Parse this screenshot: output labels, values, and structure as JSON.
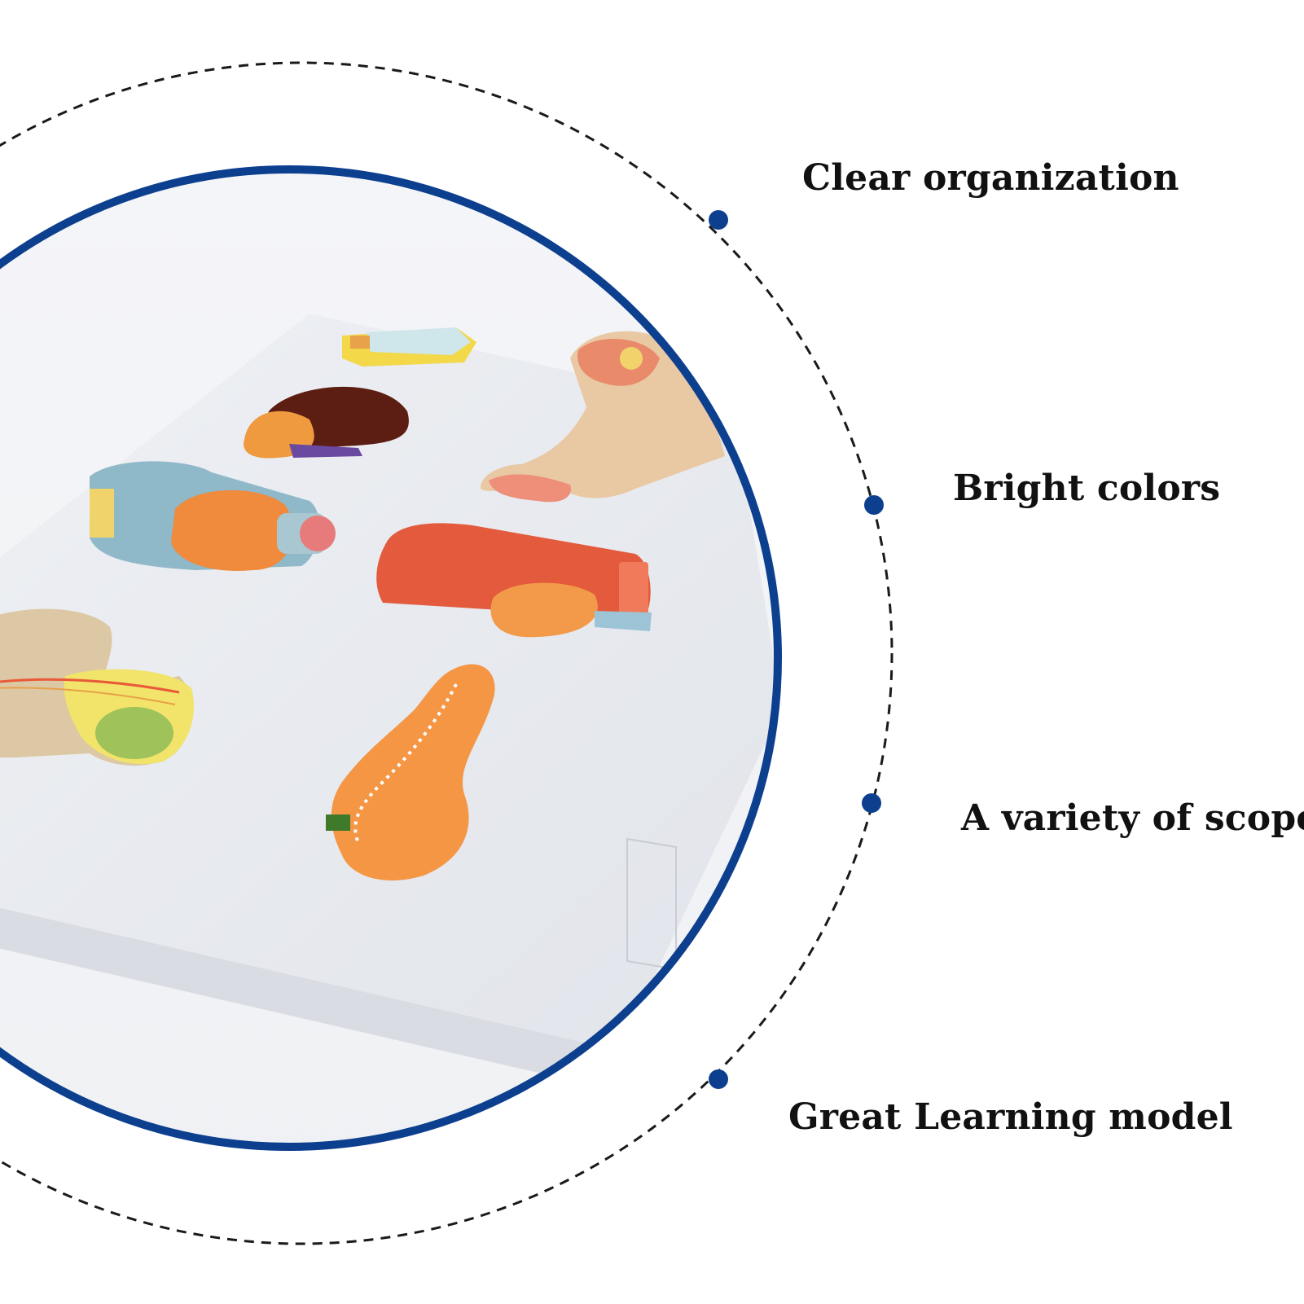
{
  "features": [
    {
      "label": "Clear organization"
    },
    {
      "label": "Bright colors"
    },
    {
      "label": "A variety of scope"
    },
    {
      "label": "Great Learning model"
    }
  ],
  "colors": {
    "background": "#ffffff",
    "ring_accent": "#0d3f8f",
    "dashed_ring": "#1a1a1a",
    "text": "#111111",
    "board": "#e8eaee"
  },
  "icons": {
    "bullet": "filled-circle-dot"
  }
}
